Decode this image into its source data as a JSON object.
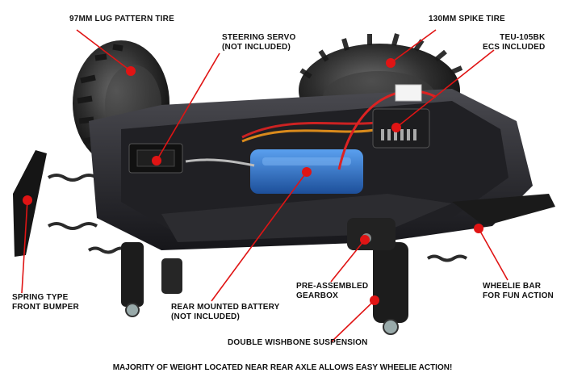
{
  "labels": {
    "lug_tire": "97MM LUG PATTERN TIRE",
    "spike_tire": "130MM SPIKE TIRE",
    "steering_servo": [
      "STEERING SERVO",
      "(NOT INCLUDED)"
    ],
    "esc": [
      "TEU-105BK",
      "ECS INCLUDED"
    ],
    "spring_bumper": [
      "SPRING TYPE",
      "FRONT BUMPER"
    ],
    "battery": [
      "REAR MOUNTED BATTERY",
      "(NOT INCLUDED)"
    ],
    "gearbox": [
      "PRE-ASSEMBLED",
      "GEARBOX"
    ],
    "wheelie_bar": [
      "WHEELIE BAR",
      "FOR FUN ACTION"
    ],
    "suspension": "DOUBLE WISHBONE SUSPENSION"
  },
  "caption": "MAJORITY OF WEIGHT LOCATED NEAR REAR AXLE ALLOWS EASY WHEELIE ACTION!",
  "colors": {
    "callout": "#e01414",
    "chassis": "#2a2a2e",
    "battery": "#2a6fc9",
    "tire": "#3a3a3a"
  }
}
